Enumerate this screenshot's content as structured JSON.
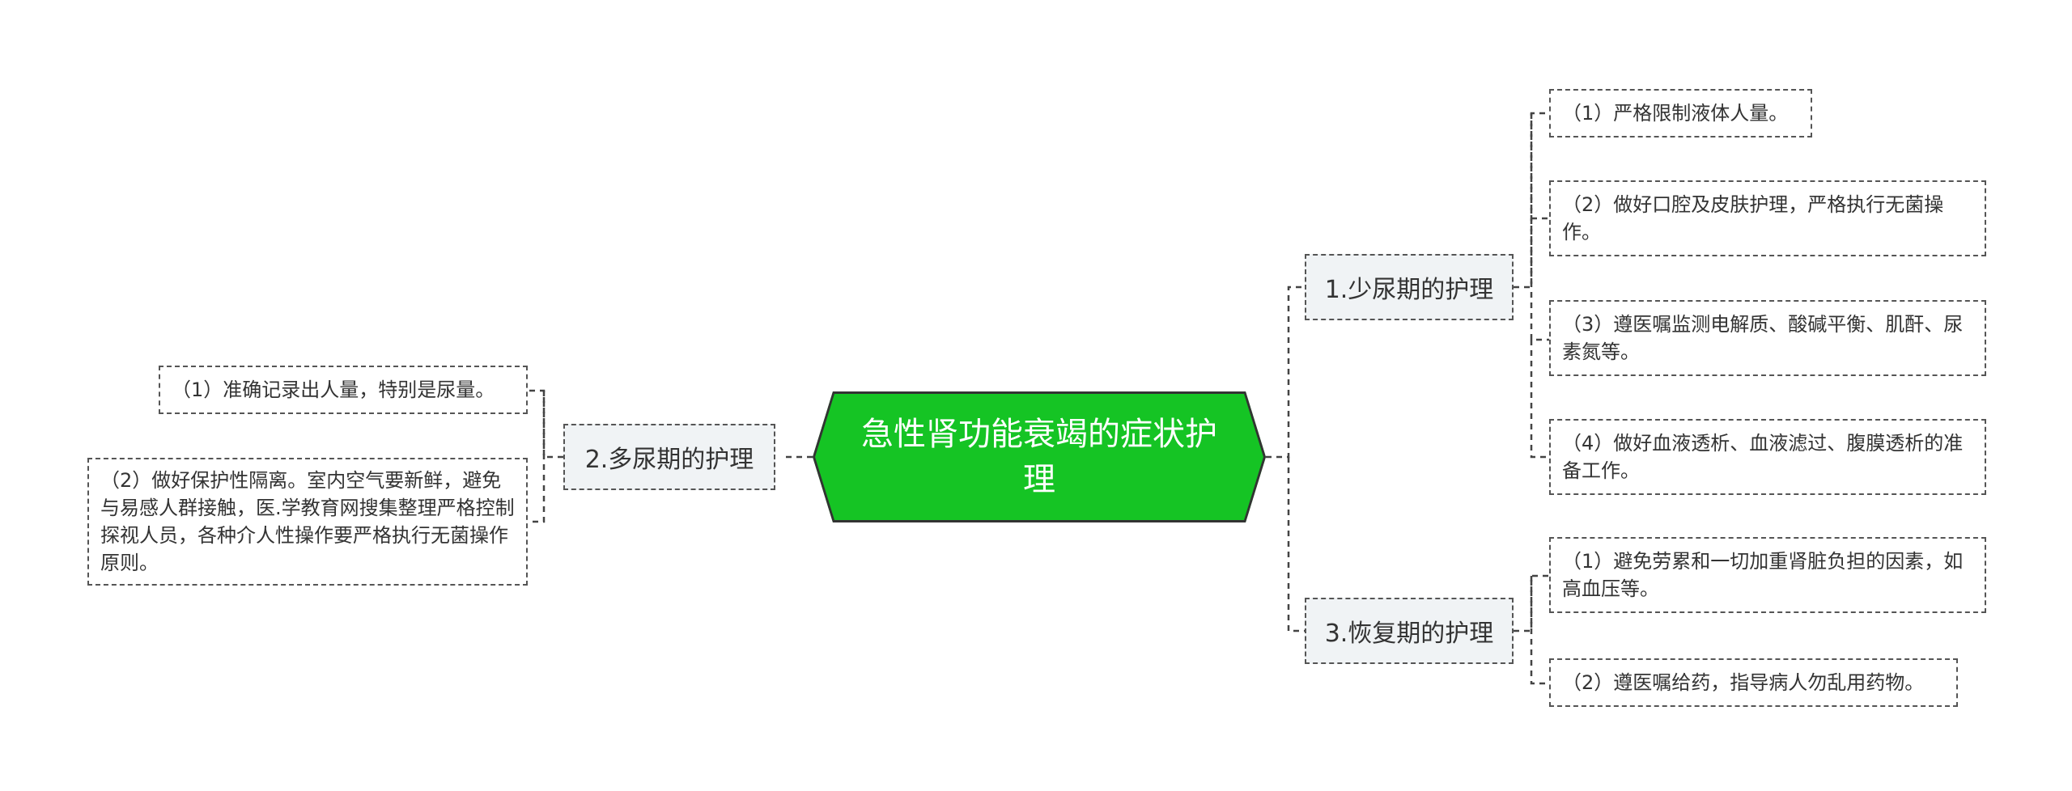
{
  "root": {
    "label": "急性肾功能衰竭的症状护理"
  },
  "branches": [
    {
      "label": "1.少尿期的护理",
      "children": [
        "（1）严格限制液体人量。",
        "（2）做好口腔及皮肤护理，严格执行无菌操作。",
        "（3）遵医嘱监测电解质、酸碱平衡、肌酐、尿素氮等。",
        "（4）做好血液透析、血液滤过、腹膜透析的准备工作。"
      ]
    },
    {
      "label": "2.多尿期的护理",
      "children": [
        "（1）准确记录出人量，特别是尿量。",
        "（2）做好保护性隔离。室内空气要新鲜，避免与易感人群接触，医.学教育网搜集整理严格控制探视人员，各种介人性操作要严格执行无菌操作原则。"
      ]
    },
    {
      "label": "3.恢复期的护理",
      "children": [
        "（1）避免劳累和一切加重肾脏负担的因素，如高血压等。",
        "（2）遵医嘱给药，指导病人勿乱用药物。"
      ]
    }
  ],
  "colors": {
    "root_fill": "#15c424",
    "root_text": "#ffffff",
    "branch_fill": "#f0f3f5",
    "line": "#555555"
  }
}
